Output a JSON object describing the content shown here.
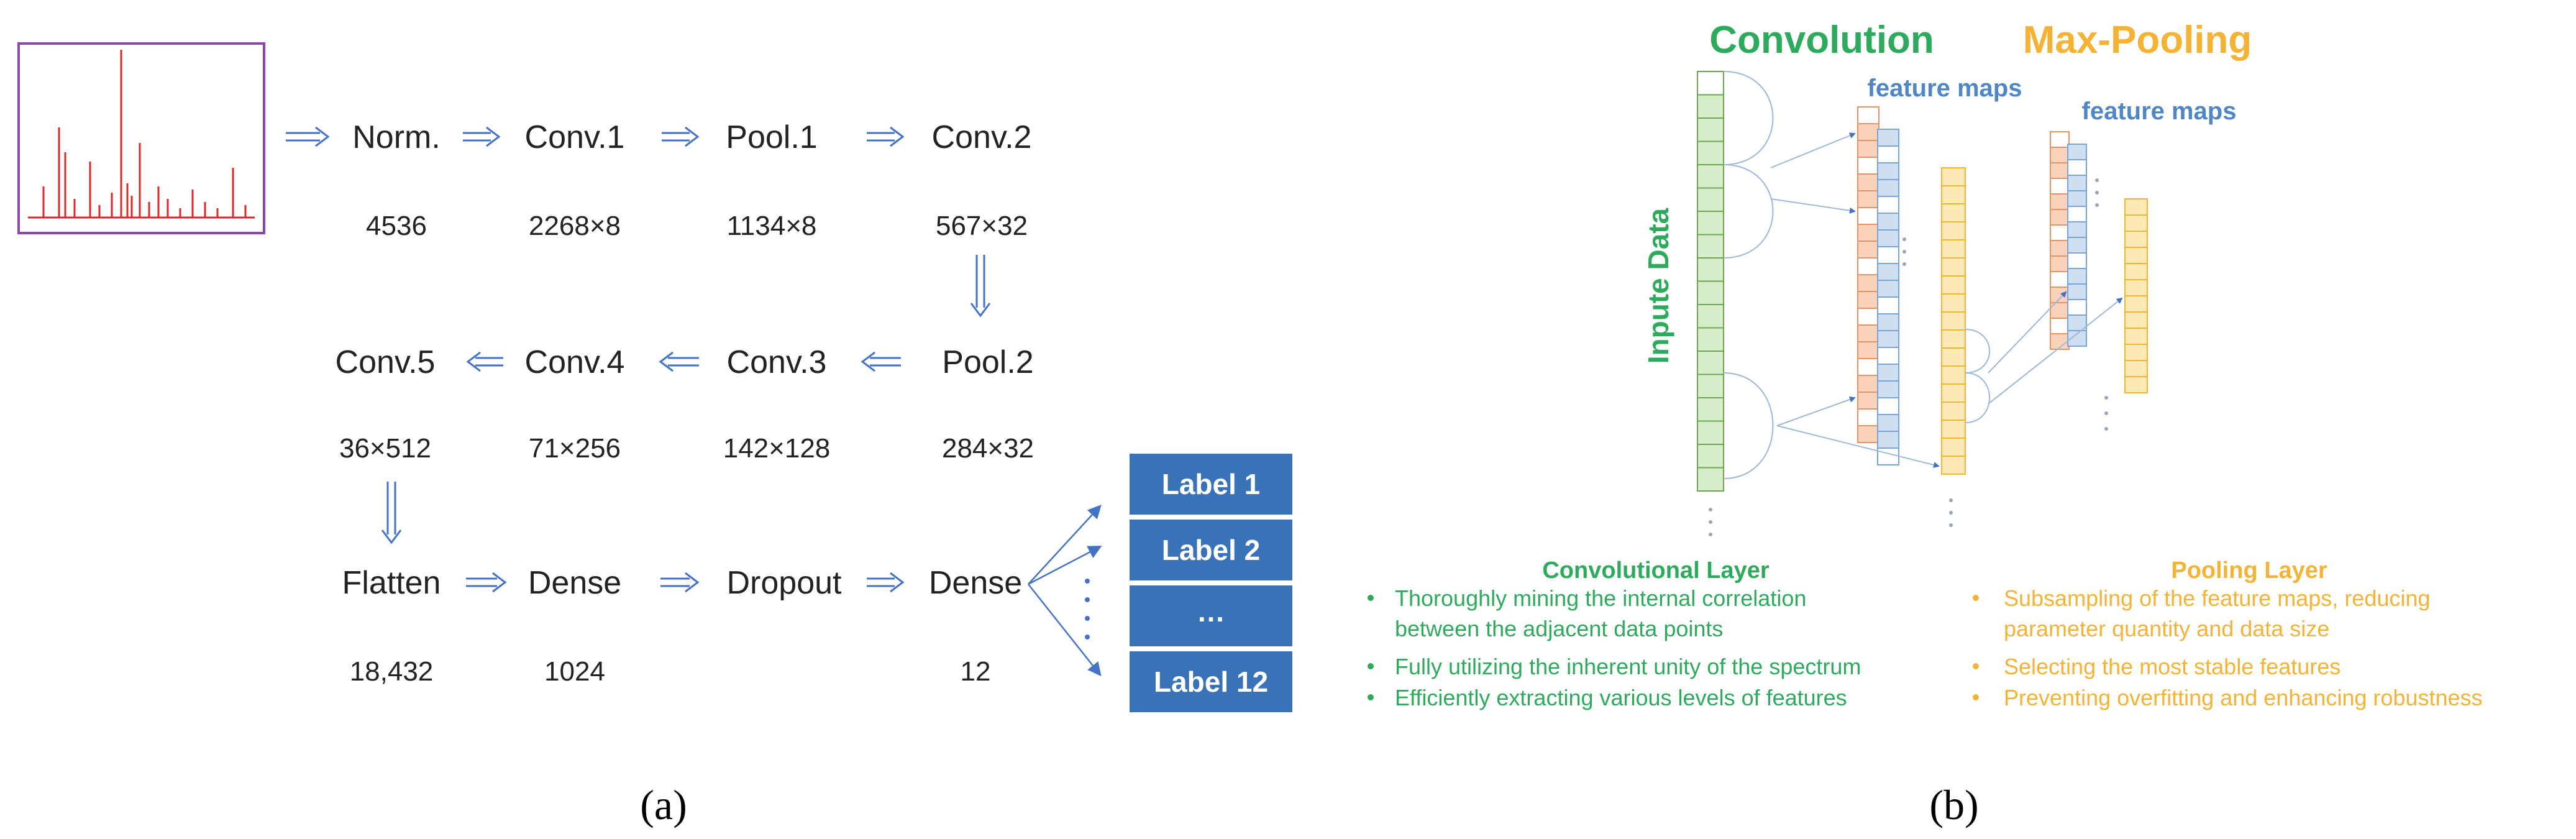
{
  "panel_a": {
    "row1": {
      "labels": [
        "Norm.",
        "Conv.1",
        "Pool.1",
        "Conv.2"
      ],
      "sizes": [
        "4536",
        "2268×8",
        "1134×8",
        "567×32"
      ]
    },
    "row2": {
      "labels": [
        "Conv.5",
        "Conv.4",
        "Conv.3",
        "Pool.2"
      ],
      "sizes": [
        "36×512",
        "71×256",
        "142×128",
        "284×32"
      ]
    },
    "row3": {
      "labels": [
        "Flatten",
        "Dense",
        "Dropout",
        "Dense"
      ],
      "sizes": [
        "18,432",
        "1024",
        "",
        "12"
      ]
    },
    "output_labels": [
      "Label 1",
      "Label 2",
      "…",
      "Label 12"
    ],
    "caption": "(a)"
  },
  "panel_b": {
    "title_convolution": "Convolution",
    "title_maxpooling": "Max-Pooling",
    "feature_maps_1": "feature maps",
    "feature_maps_2": "feature maps",
    "input_label": "Inpute Data",
    "conv_layer": {
      "title": "Convolutional Layer",
      "bullets": [
        "Thoroughly mining the internal correlation",
        "between the adjacent data points",
        "Fully utilizing the inherent unity of the spectrum",
        "Efficiently extracting various levels of features"
      ]
    },
    "pool_layer": {
      "title": "Pooling Layer",
      "bullets": [
        "Subsampling of the feature maps, reducing",
        "parameter quantity and data size",
        "Selecting the most stable features",
        "Preventing overfitting and enhancing robustness"
      ]
    },
    "caption": "(b)"
  },
  "colors": {
    "green": "#2eaa5c",
    "orange": "#f5b335",
    "blue_text": "#4f86c6",
    "label_box": "#3a72b8",
    "spectrum_line": "#e0262a",
    "spectrum_frame": "#8e44ad"
  }
}
